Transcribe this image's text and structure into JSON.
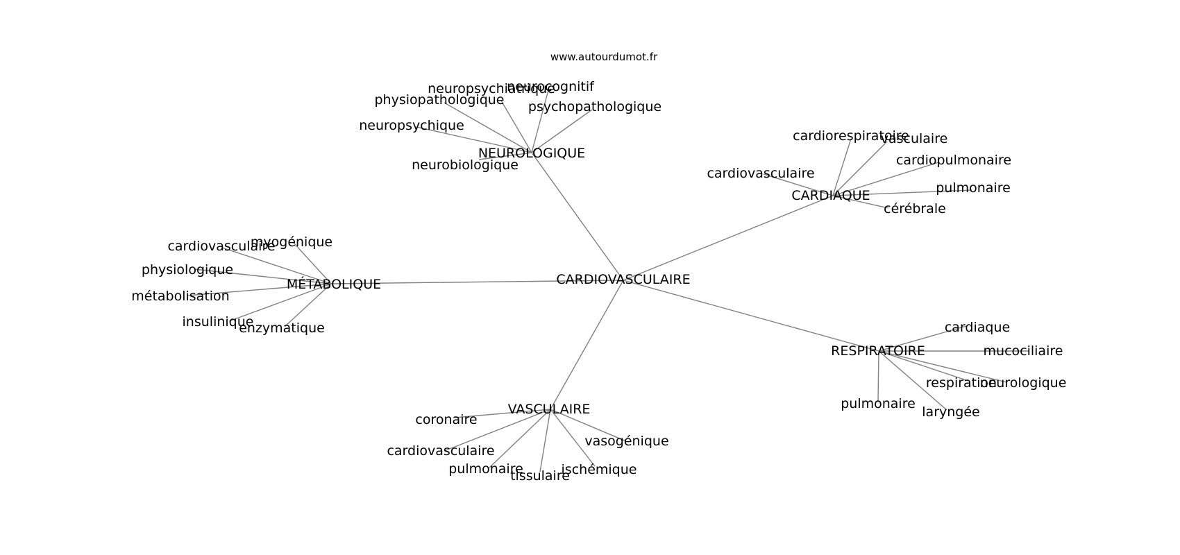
{
  "source": "www.autourdumot.fr",
  "graph": {
    "center": "CARDIOVASCULAIRE",
    "groups": [
      {
        "hub": "NEUROLOGIQUE",
        "leaves": [
          "neurocognitif",
          "neuropsychiatrique",
          "physiopathologique",
          "psychopathologique",
          "neuropsychique",
          "neurobiologique"
        ]
      },
      {
        "hub": "CARDIAQUE",
        "leaves": [
          "cardiorespiratoire",
          "vasculaire",
          "cardiopulmonaire",
          "cardiovasculaire",
          "pulmonaire",
          "cérébrale"
        ]
      },
      {
        "hub": "MÉTABOLIQUE",
        "leaves": [
          "myogénique",
          "cardiovasculaire",
          "physiologique",
          "métabolisation",
          "insulinique",
          "enzymatique"
        ]
      },
      {
        "hub": "RESPIRATOIRE",
        "leaves": [
          "cardiaque",
          "mucociliaire",
          "respiration",
          "neurologique",
          "pulmonaire",
          "laryngée"
        ]
      },
      {
        "hub": "VASCULAIRE",
        "leaves": [
          "coronaire",
          "cardiovasculaire",
          "vasogénique",
          "pulmonaire",
          "ischémique",
          "tissulaire"
        ]
      }
    ]
  }
}
